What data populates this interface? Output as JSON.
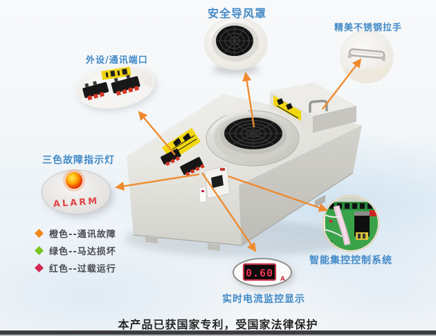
{
  "callouts": {
    "fan_cover": {
      "label": "安全导风罩"
    },
    "handle": {
      "label": "精美不锈钢拉手"
    },
    "ports": {
      "label": "外设/通讯端口"
    },
    "indicator": {
      "label": "三色故障指示灯",
      "alarm_text": "ALARM"
    },
    "control_system": {
      "label": "智能集控控制系统"
    },
    "current_display": {
      "label": "实时电流监控显示",
      "value": "0.60",
      "unit": "A"
    }
  },
  "legend": {
    "items": [
      {
        "color": "#ef8718",
        "label": "橙色--通讯故障"
      },
      {
        "color": "#7cc41f",
        "label": "绿色--马达损坏"
      },
      {
        "color": "#d42a55",
        "label": "红色--过载运行"
      }
    ]
  },
  "footer": {
    "patent_notice": "本产品已获国家专利，受国家法律保护"
  },
  "colors": {
    "accent_blue": "#4189c6",
    "arrow_orange": "#ef8a2e",
    "warning_yellow": "#f2d70e",
    "alarm_red": "#e04545",
    "display_red": "#ee3355",
    "pcb_green": "#3aa34a"
  }
}
